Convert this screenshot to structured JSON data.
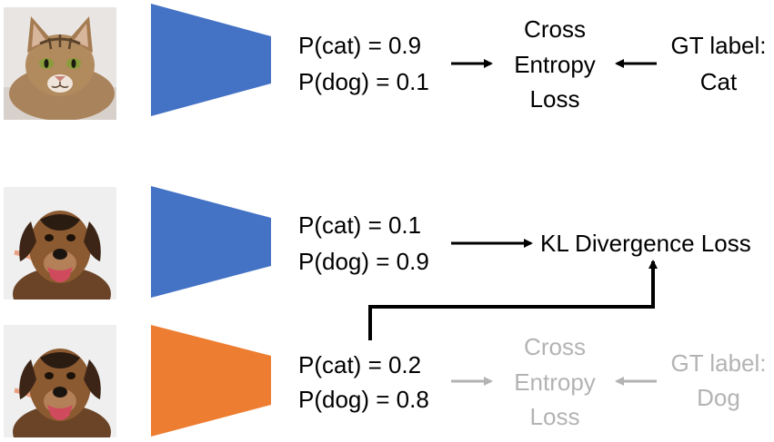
{
  "rows": [
    {
      "image_icon": "cat-photo-icon",
      "network_color": "#4472c4",
      "prob_cat": "P(cat) = 0.9",
      "prob_dog": "P(dog) = 0.1",
      "loss_lines": [
        "Cross",
        "Entropy",
        "Loss"
      ],
      "gt_lines": [
        "GT label:",
        "Cat"
      ]
    },
    {
      "image_icon": "dog-photo-icon",
      "network_color": "#4472c4",
      "prob_cat": "P(cat) = 0.1",
      "prob_dog": "P(dog) = 0.9",
      "loss_label": "KL Divergence Loss"
    },
    {
      "image_icon": "dog-photo-icon",
      "network_color": "#ed7d31",
      "prob_cat": "P(cat) = 0.2",
      "prob_dog": "P(dog) = 0.8",
      "loss_lines": [
        "Cross",
        "Entropy",
        "Loss"
      ],
      "gt_lines": [
        "GT label:",
        "Dog"
      ]
    }
  ],
  "colors": {
    "active_text": "#000000",
    "inactive_text": "#b3b3b3",
    "arrow_active": "#000000",
    "arrow_inactive": "#b3b3b3"
  }
}
